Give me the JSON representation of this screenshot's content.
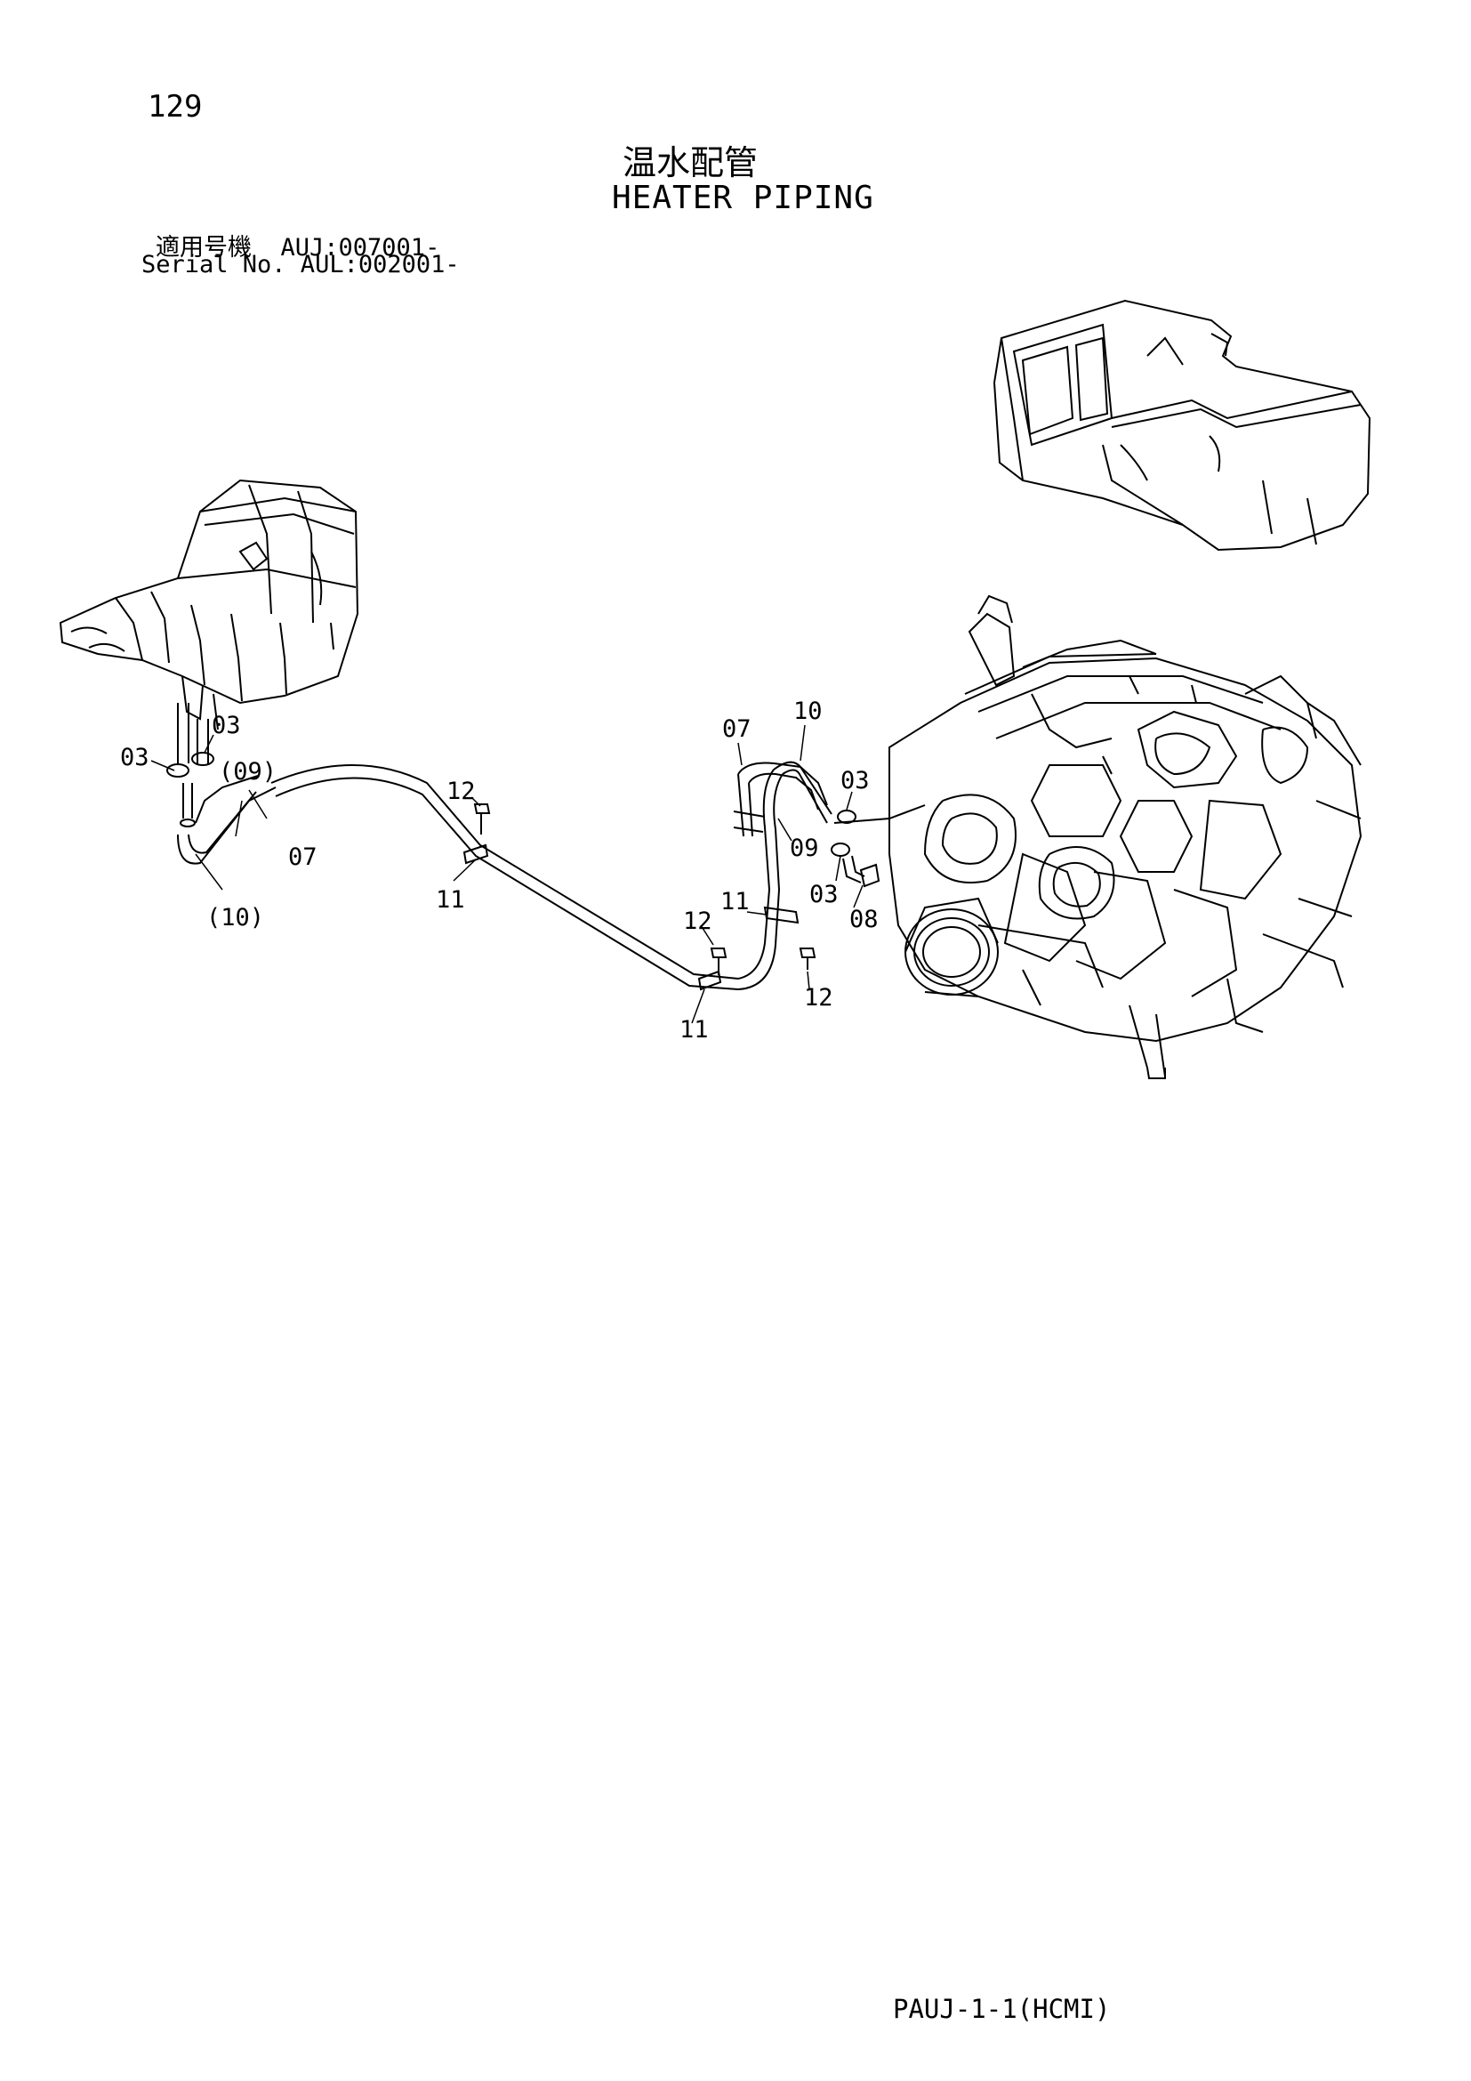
{
  "page_number": "129",
  "title": {
    "ja": "温水配管",
    "en": "HEATER PIPING"
  },
  "serial": {
    "label_ja": "適用号機",
    "label_en": "Serial No.",
    "ja_line": "適用号機  AUJ:007001-",
    "en_line": "Serial No. AUL:002001-"
  },
  "callouts": [
    {
      "id": "c-03-a",
      "text": "03"
    },
    {
      "id": "c-03-b",
      "text": "03"
    },
    {
      "id": "c-09-paren",
      "text": "(09)"
    },
    {
      "id": "c-07-a",
      "text": "07"
    },
    {
      "id": "c-10-paren",
      "text": "(10)"
    },
    {
      "id": "c-12-a",
      "text": "12"
    },
    {
      "id": "c-11-a",
      "text": "11"
    },
    {
      "id": "c-07-b",
      "text": "07"
    },
    {
      "id": "c-10",
      "text": "10"
    },
    {
      "id": "c-03-c",
      "text": "03"
    },
    {
      "id": "c-09",
      "text": "09"
    },
    {
      "id": "c-03-d",
      "text": "03"
    },
    {
      "id": "c-08",
      "text": "08"
    },
    {
      "id": "c-11-b",
      "text": "11"
    },
    {
      "id": "c-12-b",
      "text": "12"
    },
    {
      "id": "c-12-c",
      "text": "12"
    },
    {
      "id": "c-11-c",
      "text": "11"
    }
  ],
  "footer": "PAUJ-1-1(HCMI)"
}
